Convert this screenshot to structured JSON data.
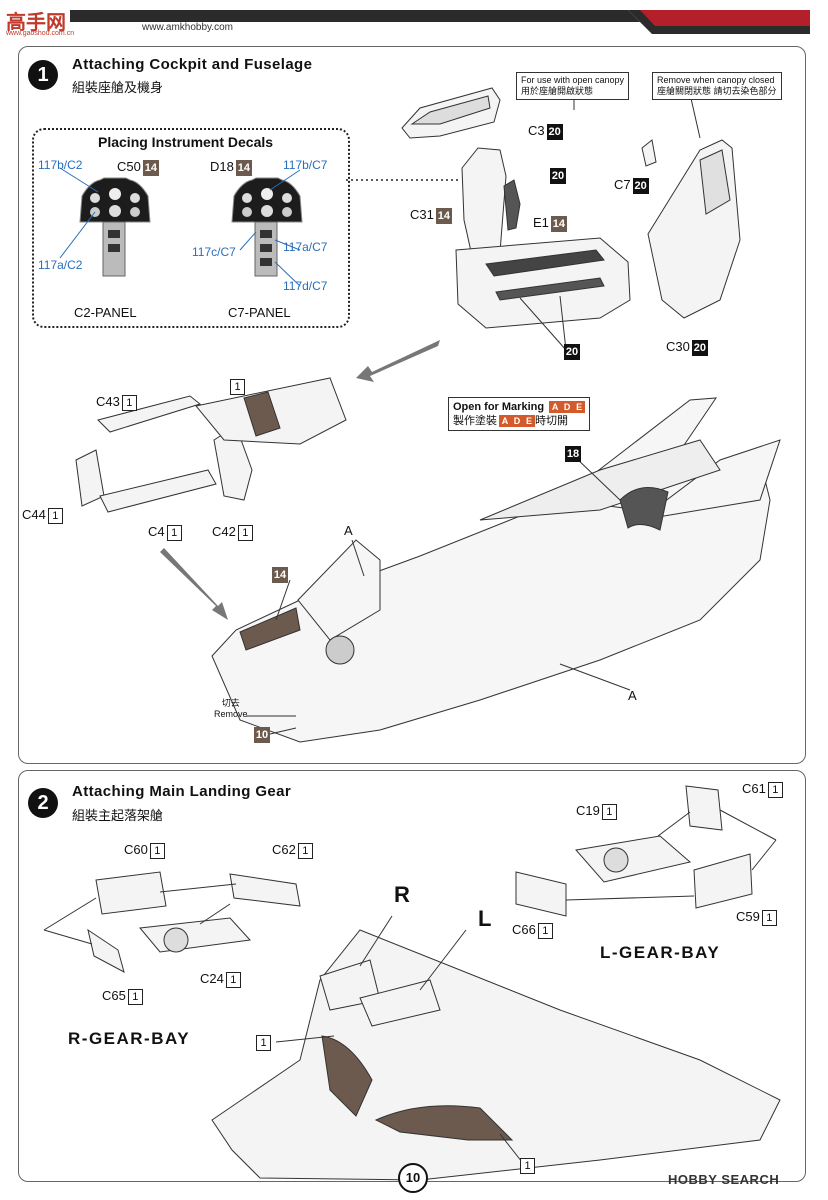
{
  "header": {
    "logo": "高手网",
    "logo_sub": "www.gaoshou.com.cn",
    "url": "www.amkhobby.com"
  },
  "step1": {
    "number": "1",
    "title": "Attaching Cockpit and Fuselage",
    "title_cn": "組裝座艙及機身",
    "decals": {
      "title": "Placing Instrument Decals",
      "c50": "C50",
      "c50_color": "14",
      "d18": "D18",
      "d18_color": "14",
      "l_117b_c2": "117b/C2",
      "l_117a_c2": "117a/C2",
      "l_117b_c7": "117b/C7",
      "l_117c_c7": "117c/C7",
      "l_117a_c7": "117a/C7",
      "l_117d_c7": "117d/C7",
      "c2_panel": "C2-PANEL",
      "c7_panel": "C7-PANEL"
    },
    "note_open": {
      "line1": "For use with open canopy",
      "line2": "用於座艙開啟狀態"
    },
    "note_closed": {
      "line1": "Remove when canopy closed",
      "line2": "座艙關閉狀態 請切去染色部分"
    },
    "parts": {
      "c3": "C3",
      "c3_color": "20",
      "e1_color_top": "20",
      "c7": "C7",
      "c7_color": "20",
      "c31": "C31",
      "c31_color": "14",
      "e1": "E1",
      "e1_color": "14",
      "c30": "C30",
      "c30_color": "20",
      "bottom_color": "20",
      "c43": "C43",
      "c43_qty": "1",
      "top_qty": "1",
      "c44": "C44",
      "c44_qty": "1",
      "c4": "C4",
      "c4_qty": "1",
      "c42": "C42",
      "c42_qty": "1",
      "a_top": "A",
      "a_bottom": "A",
      "color14": "14",
      "color18": "18",
      "color10": "10",
      "cut_cn": "切去",
      "remove": "Remove"
    },
    "marking": {
      "title": "Open for Marking",
      "cn_pre": "製作塗裝",
      "cn_post": "時切開",
      "letters": [
        "A",
        "D",
        "E"
      ]
    }
  },
  "step2": {
    "number": "2",
    "title": "Attaching Main Landing Gear",
    "title_cn": "組裝主起落架艙",
    "r_gear_bay": "R-GEAR-BAY",
    "l_gear_bay": "L-GEAR-BAY",
    "R": "R",
    "L": "L",
    "parts": {
      "c60": "C60",
      "c60_qty": "1",
      "c62": "C62",
      "c62_qty": "1",
      "c24": "C24",
      "c24_qty": "1",
      "c65": "C65",
      "c65_qty": "1",
      "c61": "C61",
      "c61_qty": "1",
      "c19": "C19",
      "c19_qty": "1",
      "c66": "C66",
      "c66_qty": "1",
      "c59": "C59",
      "c59_qty": "1",
      "qty_left": "1",
      "qty_bottom": "1"
    }
  },
  "footer": {
    "page_number": "10",
    "watermark": "HOBBY SEARCH"
  },
  "colors": {
    "accent_red": "#c0392b",
    "header_dark": "#2b2b2b",
    "paint_brown": "#6d5a4f",
    "decal_blue": "#2a6ebb"
  }
}
